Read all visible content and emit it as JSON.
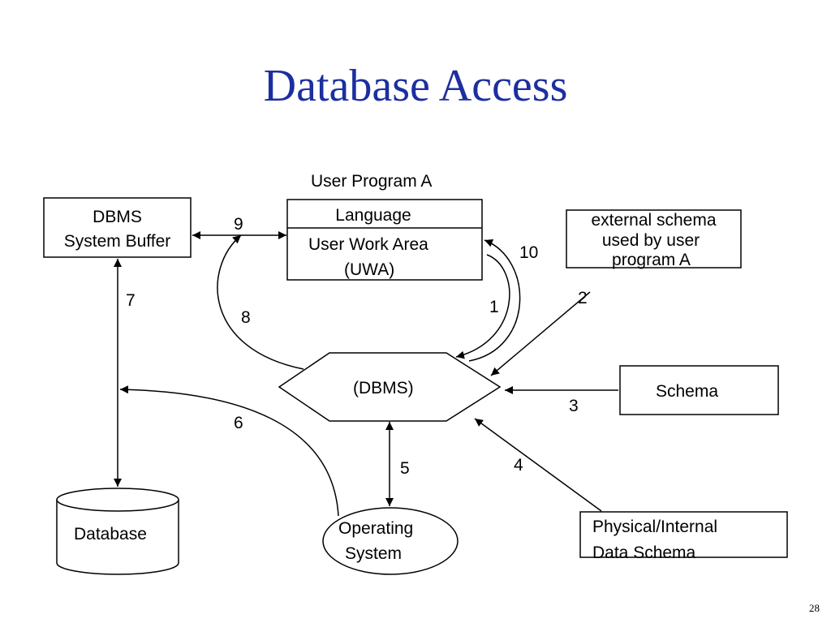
{
  "title": "Database Access",
  "user_program_label": "User Program A",
  "buffer": {
    "line1": "DBMS",
    "line2": "System Buffer"
  },
  "uwa": {
    "language": "Language",
    "line1": "User Work Area",
    "line2": "(UWA)"
  },
  "external_schema": {
    "line1": "external schema",
    "line2": "used by user",
    "line3": "program  A"
  },
  "dbms": "(DBMS)",
  "schema": "Schema",
  "database": "Database",
  "os": {
    "line1": "Operating",
    "line2": "System"
  },
  "physical": {
    "line1": "Physical/Internal",
    "line2": "Data Schema"
  },
  "steps": [
    "1",
    "2",
    "3",
    "4",
    "5",
    "6",
    "7",
    "8",
    "9",
    "10"
  ],
  "slide_number": "28"
}
